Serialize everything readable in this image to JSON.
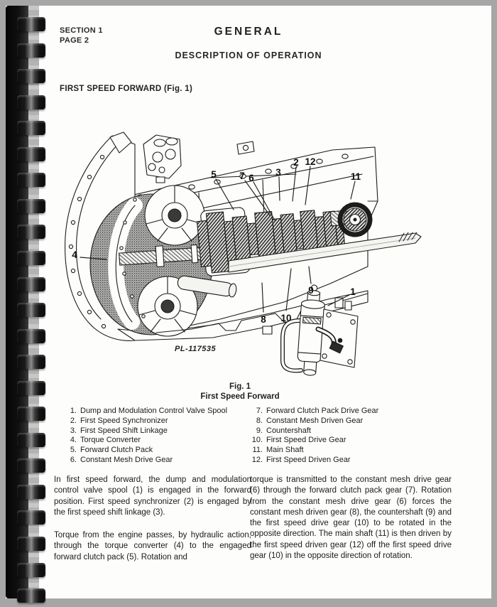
{
  "header": {
    "section_label": "SECTION 1",
    "page_label": "PAGE 2",
    "title": "GENERAL",
    "subtitle": "DESCRIPTION OF OPERATION",
    "topic_heading": "FIRST SPEED FORWARD (Fig. 1)"
  },
  "figure": {
    "plate_number": "PL-117535",
    "caption_line1": "Fig. 1",
    "caption_line2": "First Speed Forward",
    "callouts": [
      "1",
      "2",
      "3",
      "4",
      "5",
      "6",
      "7",
      "8",
      "9",
      "10",
      "11",
      "12"
    ]
  },
  "legend": {
    "left": [
      {
        "num": "1.",
        "label": "Dump and Modulation Control Valve Spool"
      },
      {
        "num": "2.",
        "label": "First Speed Synchronizer"
      },
      {
        "num": "3.",
        "label": "First Speed Shift Linkage"
      },
      {
        "num": "4.",
        "label": "Torque Converter"
      },
      {
        "num": "5.",
        "label": "Forward Clutch Pack"
      },
      {
        "num": "6.",
        "label": "Constant Mesh Drive Gear"
      }
    ],
    "right": [
      {
        "num": "7.",
        "label": "Forward Clutch Pack Drive Gear"
      },
      {
        "num": "8.",
        "label": "Constant Mesh Driven Gear"
      },
      {
        "num": "9.",
        "label": "Countershaft"
      },
      {
        "num": "10.",
        "label": "First Speed Drive Gear"
      },
      {
        "num": "11.",
        "label": "Main Shaft"
      },
      {
        "num": "12.",
        "label": "First Speed Driven Gear"
      }
    ]
  },
  "body": {
    "left_para1": "In first speed forward, the dump and modulation control valve spool (1) is engaged in the forward position. First speed synchronizer (2) is engaged by the first speed shift linkage (3).",
    "left_para2": "Torque from the engine passes, by hydraulic action, through the torque converter (4) to the engaged forward clutch pack (5). Rotation and",
    "right_para1": "torque is transmitted to the constant mesh drive gear (6) through the forward clutch pack gear (7). Rotation from the constant mesh drive gear (6) forces the constant mesh driven gear (8), the countershaft (9) and the first speed drive gear (10) to be rotated in the opposite direction. The main shaft (11) is then driven by the first speed driven gear (12) off the first speed drive gear (10) in the opposite direction of rotation.",
    "colors": {
      "ink": "#1b1b1b",
      "paper": "#fdfdfb",
      "frame": "#a6a6a6",
      "binding": "#0c0c0c"
    }
  }
}
